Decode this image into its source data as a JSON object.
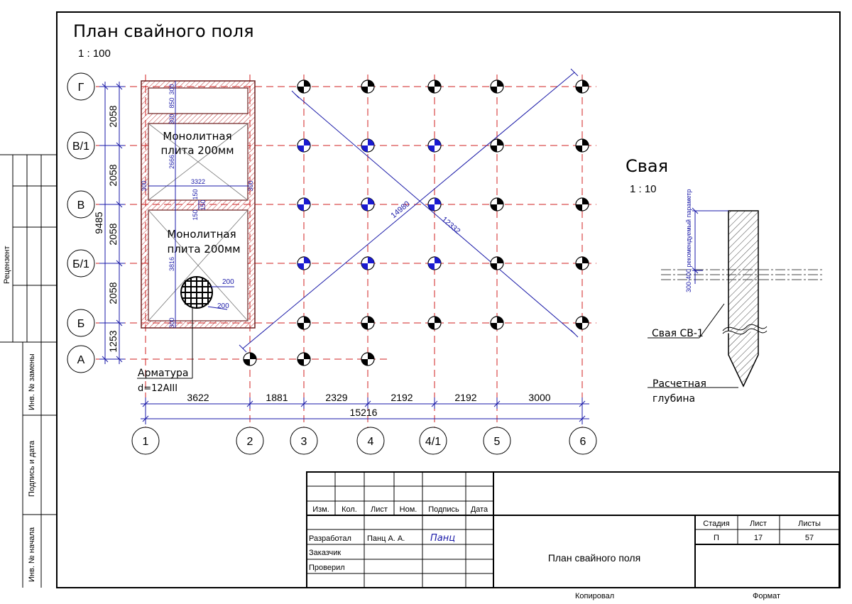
{
  "sheet": {
    "title": "План свайного поля",
    "scale": "1 : 100"
  },
  "pile_section": {
    "title": "Свая",
    "scale": "1 : 10",
    "depth_note": "300-400 рекомендуемый параметр",
    "pile_label": "Свая СВ-1",
    "calc_depth_label_1": "Расчетная",
    "calc_depth_label_2": "глубина"
  },
  "axes": {
    "rows": [
      "Г",
      "В/1",
      "В",
      "Б/1",
      "Б",
      "А"
    ],
    "cols": [
      "1",
      "2",
      "3",
      "4",
      "4/1",
      "5",
      "6"
    ]
  },
  "dimensions": {
    "row_spacings": [
      "2058",
      "2058",
      "2058",
      "2058",
      "1253"
    ],
    "row_total": "9485",
    "col_spacings": [
      "3622",
      "1881",
      "2329",
      "2192",
      "2192",
      "3000"
    ],
    "col_total": "15216",
    "diag_1": "14980",
    "diag_2": "12332"
  },
  "slabs": {
    "slab_1_line_1": "Монолитная",
    "slab_1_line_2": "плита 200мм",
    "slab_2_line_1": "Монолитная",
    "slab_2_line_2": "плита 200мм",
    "inner_dims": [
      "300",
      "850",
      "300",
      "2666",
      "3322",
      "300",
      "300",
      "150",
      "150",
      "150",
      "3816",
      "300"
    ],
    "mesh_dim_1": "200",
    "mesh_dim_2": "200"
  },
  "rebar_callout": {
    "line_1": "Арматура",
    "line_2": "d=12AIII"
  },
  "left_strip": {
    "reviewer": "Рецензент",
    "inv_replace": "Инв. № замены",
    "sign_date": "Подпись и дата",
    "inv_orig": "Инв. № начала"
  },
  "title_block": {
    "headers": [
      "Изм.",
      "Кол.",
      "Лист",
      "Ном.",
      "Подпись",
      "Дата"
    ],
    "developed_label": "Разработал",
    "developed_name": "Панц А. А.",
    "signature": "Панц",
    "customer_label": "Заказчик",
    "checked_label": "Проверил",
    "drawing_name": "План свайного поля",
    "stage_label": "Стадия",
    "sheet_label": "Лист",
    "sheets_label": "Листы",
    "stage_value": "П",
    "sheet_value": "17",
    "sheets_value": "57"
  },
  "footer": {
    "copied": "Копировал",
    "format": "Формат"
  }
}
